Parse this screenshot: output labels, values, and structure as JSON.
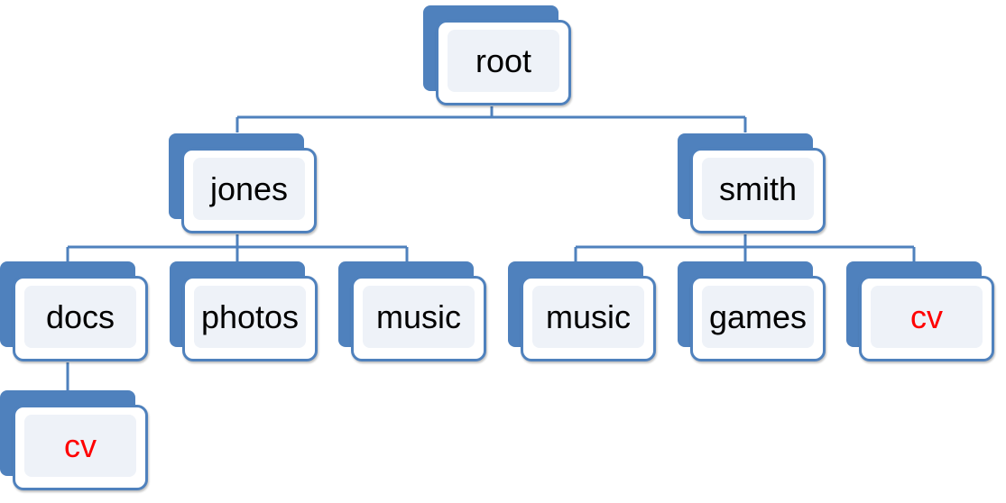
{
  "diagram": {
    "colors": {
      "border": "#4f81bd",
      "connector": "#4f81bd",
      "node_fill": "#eef2f8",
      "text": "#000000",
      "highlight_text": "#ff0000"
    },
    "nodes": {
      "root": {
        "label": "root"
      },
      "jones": {
        "label": "jones"
      },
      "smith": {
        "label": "smith"
      },
      "jones_docs": {
        "label": "docs"
      },
      "jones_photos": {
        "label": "photos"
      },
      "jones_music": {
        "label": "music"
      },
      "smith_music": {
        "label": "music"
      },
      "smith_games": {
        "label": "games"
      },
      "smith_cv": {
        "label": "cv",
        "highlighted": true
      },
      "docs_cv": {
        "label": "cv",
        "highlighted": true
      }
    },
    "edges": [
      [
        "root",
        "jones"
      ],
      [
        "root",
        "smith"
      ],
      [
        "jones",
        "jones_docs"
      ],
      [
        "jones",
        "jones_photos"
      ],
      [
        "jones",
        "jones_music"
      ],
      [
        "smith",
        "smith_music"
      ],
      [
        "smith",
        "smith_games"
      ],
      [
        "smith",
        "smith_cv"
      ],
      [
        "jones_docs",
        "docs_cv"
      ]
    ]
  }
}
